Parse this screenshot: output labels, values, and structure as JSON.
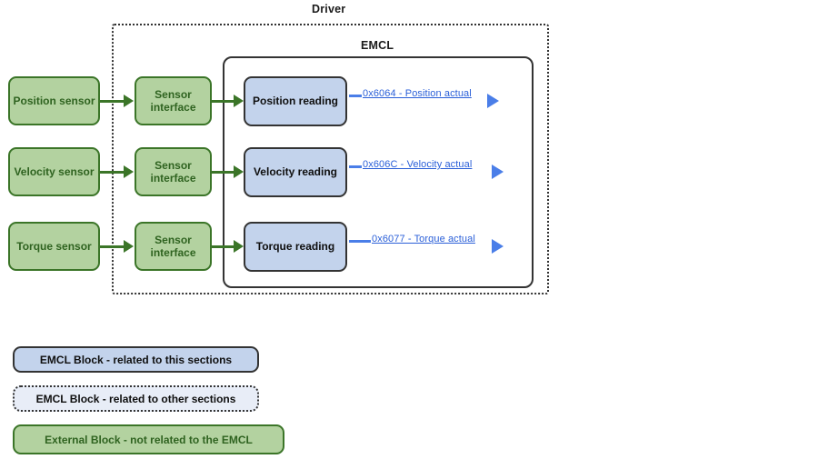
{
  "containers": {
    "driver": {
      "title": "Driver"
    },
    "emcl": {
      "title": "EMCL"
    }
  },
  "rows": [
    {
      "sensor": "Position sensor",
      "interface": "Sensor\ninterface",
      "interface_line1": "Sensor",
      "interface_line2": "interface",
      "reading": "Position reading",
      "object_link": "0x6064 - Position actual"
    },
    {
      "sensor": "Velocity sensor",
      "interface": "Sensor\ninterface",
      "interface_line1": "Sensor",
      "interface_line2": "interface",
      "reading": "Velocity reading",
      "object_link": "0x606C - Velocity actual"
    },
    {
      "sensor": "Torque sensor",
      "interface": "Sensor\ninterface",
      "interface_line1": "Sensor",
      "interface_line2": "interface",
      "reading": "Torque reading",
      "object_link": "0x6077 - Torque actual"
    }
  ],
  "legend": [
    {
      "label": "EMCL Block - related to this sections"
    },
    {
      "label": "EMCL Block - related to other sections"
    },
    {
      "label": "External Block - not related to the EMCL"
    }
  ],
  "colors": {
    "green_fill": "#b3d2a0",
    "green_stroke": "#3b7528",
    "green_text": "#2f6320",
    "blue_fill": "#c3d3ec",
    "blue_pale_fill": "#e8edf7",
    "dark_stroke": "#333333",
    "link_blue": "#4a7ee8",
    "link_text": "#2a5fd8"
  }
}
